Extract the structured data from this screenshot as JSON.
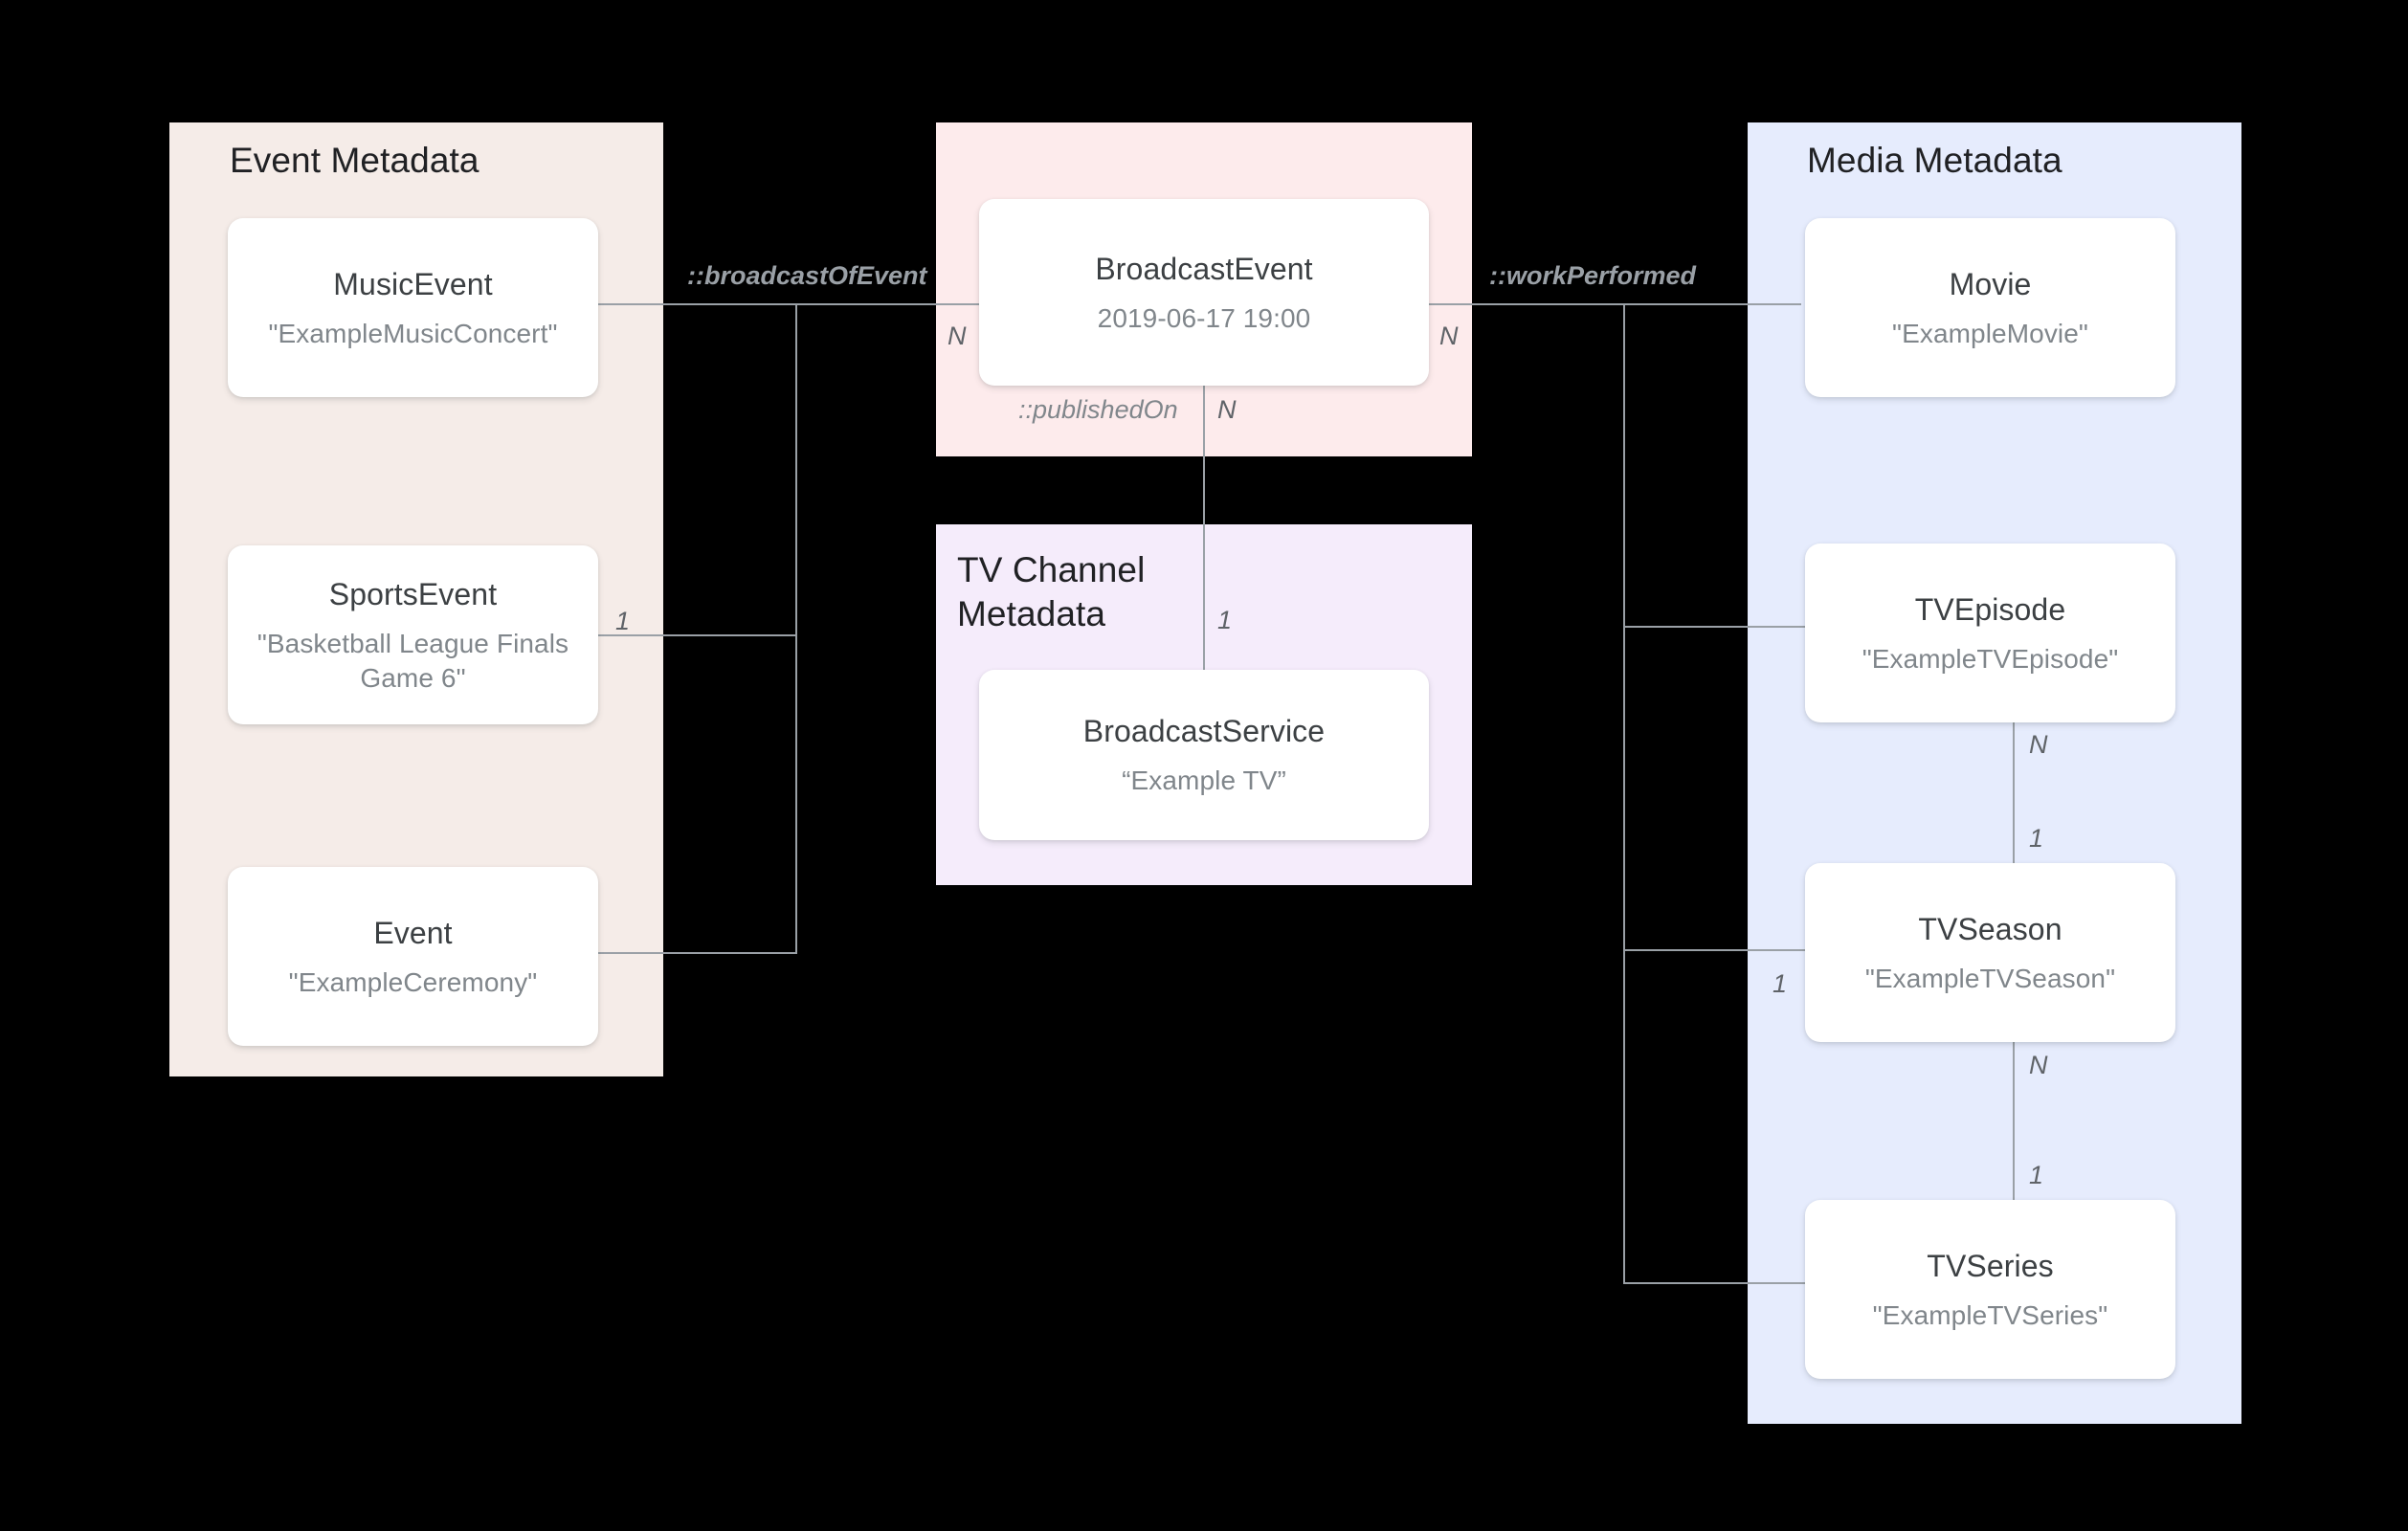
{
  "diagram": {
    "title": "Broadcast / Media Metadata Entity Relationship Diagram",
    "colors": {
      "event_group_bg": "#f5ece8",
      "broadcast_group_bg": "#fdebec",
      "tvchannel_group_bg": "#f5ecfb",
      "media_group_bg": "#e6ecfd",
      "card_bg": "#ffffff",
      "connector": "#9aa0a6",
      "title_text": "#202124",
      "entity_text": "#3c4043",
      "value_text": "#80868b",
      "background": "#000000"
    }
  },
  "groups": {
    "event": {
      "title": "Event Metadata",
      "entities": [
        {
          "name": "MusicEvent",
          "value": "\"ExampleMusicConcert\""
        },
        {
          "name": "SportsEvent",
          "value": "\"Basketball League Finals Game 6\""
        },
        {
          "name": "Event",
          "value": "\"ExampleCeremony\""
        }
      ]
    },
    "broadcast": {
      "title": "",
      "entities": [
        {
          "name": "BroadcastEvent",
          "value": "2019-06-17 19:00"
        }
      ]
    },
    "tvchannel": {
      "title": "TV Channel\nMetadata",
      "entities": [
        {
          "name": "BroadcastService",
          "value": "“Example TV”"
        }
      ]
    },
    "media": {
      "title": "Media Metadata",
      "entities": [
        {
          "name": "Movie",
          "value": "\"ExampleMovie\""
        },
        {
          "name": "TVEpisode",
          "value": "\"ExampleTVEpisode\""
        },
        {
          "name": "TVSeason",
          "value": "\"ExampleTVSeason\""
        },
        {
          "name": "TVSeries",
          "value": "\"ExampleTVSeries\""
        }
      ]
    }
  },
  "relationships": [
    {
      "id": "broadcastOfEvent",
      "label": "::broadcastOfEvent",
      "from": "Event Metadata",
      "to": "BroadcastEvent",
      "from_cardinality": "1",
      "to_cardinality": "N"
    },
    {
      "id": "workPerformed",
      "label": "::workPerformed",
      "from": "BroadcastEvent",
      "to": "Media Metadata",
      "from_cardinality": "N",
      "to_cardinality": ""
    },
    {
      "id": "publishedOn",
      "label": "::publishedOn",
      "from": "BroadcastEvent",
      "to": "BroadcastService",
      "from_cardinality": "N",
      "to_cardinality": "1"
    },
    {
      "id": "episodeOfSeason",
      "label": "",
      "from": "TVEpisode",
      "to": "TVSeason",
      "from_cardinality": "N",
      "to_cardinality": "1"
    },
    {
      "id": "seasonOfSeries",
      "label": "",
      "from": "TVSeason",
      "to": "TVSeries",
      "from_cardinality": "N",
      "to_cardinality": "1"
    }
  ],
  "cardinality_labels": {
    "sportsevent_one": "1",
    "broadcastevent_left_n": "N",
    "broadcastevent_right_n": "N",
    "publishedon_n": "N",
    "broadcastservice_one": "1",
    "tvepisode_n": "N",
    "tvseason_one_top": "1",
    "tvseason_one_left": "1",
    "tvseason_n": "N",
    "tvseries_one": "1"
  }
}
